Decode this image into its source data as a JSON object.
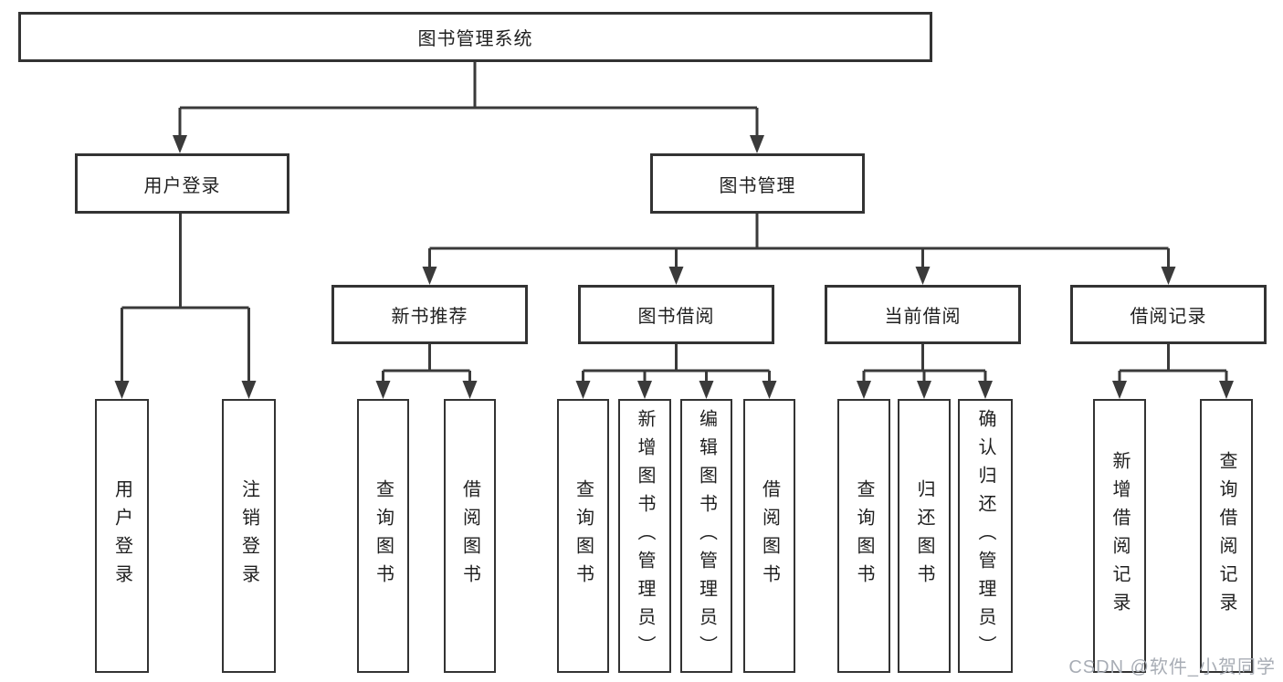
{
  "nodes": {
    "root": {
      "label": "图书管理系统"
    },
    "level2": [
      {
        "label": "用户登录"
      },
      {
        "label": "图书管理"
      }
    ],
    "level3": [
      {
        "label": "新书推荐",
        "parent": "图书管理"
      },
      {
        "label": "图书借阅",
        "parent": "图书管理"
      },
      {
        "label": "当前借阅",
        "parent": "图书管理"
      },
      {
        "label": "借阅记录",
        "parent": "图书管理"
      }
    ],
    "leaves": [
      {
        "label": "用户登录",
        "parent": "用户登录"
      },
      {
        "label": "注销登录",
        "parent": "用户登录"
      },
      {
        "label": "查询图书",
        "parent": "新书推荐"
      },
      {
        "label": "借阅图书",
        "parent": "新书推荐"
      },
      {
        "label": "查询图书",
        "parent": "图书借阅"
      },
      {
        "label": "新增图书（管理员）",
        "parent": "图书借阅"
      },
      {
        "label": "编辑图书（管理员）",
        "parent": "图书借阅"
      },
      {
        "label": "借阅图书",
        "parent": "图书借阅"
      },
      {
        "label": "查询图书",
        "parent": "当前借阅"
      },
      {
        "label": "归还图书",
        "parent": "当前借阅"
      },
      {
        "label": "确认归还（管理员）",
        "parent": "当前借阅"
      },
      {
        "label": "新增借阅记录",
        "parent": "借阅记录"
      },
      {
        "label": "查询借阅记录",
        "parent": "借阅记录"
      }
    ]
  },
  "watermark": {
    "text": "CSDN @软件_小贺同学"
  },
  "colors": {
    "line": "#3a3a3a",
    "box_border": "#333333",
    "text": "#1f1f1f",
    "background": "#ffffff",
    "watermark": "#a8adb5"
  }
}
